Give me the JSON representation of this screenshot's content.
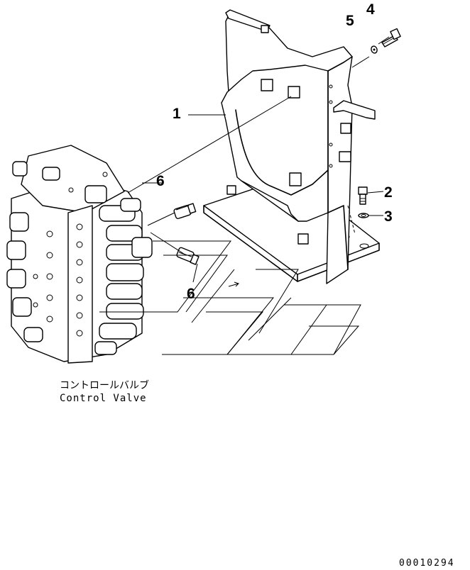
{
  "callouts": {
    "c1": "1",
    "c2": "2",
    "c3": "3",
    "c4": "4",
    "c5": "5",
    "c6a": "6",
    "c6b": "6"
  },
  "caption": {
    "jp": "コントロールバルブ",
    "en": "Control Valve"
  },
  "drawing_number": "00010294"
}
